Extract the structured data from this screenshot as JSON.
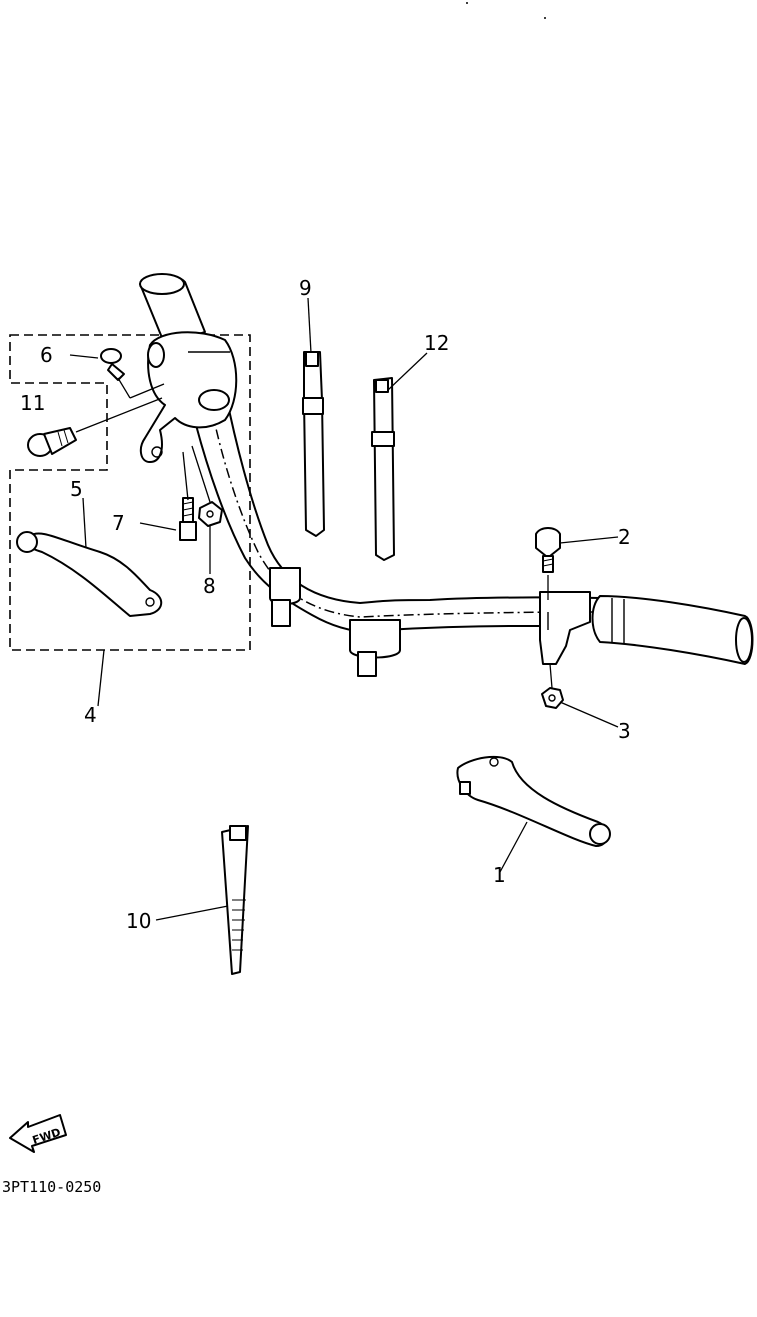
{
  "diagram": {
    "callouts": {
      "c1": "1",
      "c2": "2",
      "c3": "3",
      "c4": "4",
      "c5": "5",
      "c6": "6",
      "c7": "7",
      "c8": "8",
      "c9": "9",
      "c10": "10",
      "c11": "11",
      "c12": "12"
    },
    "fwd_label": "FWD",
    "diagram_code": "3PT110-0250"
  }
}
